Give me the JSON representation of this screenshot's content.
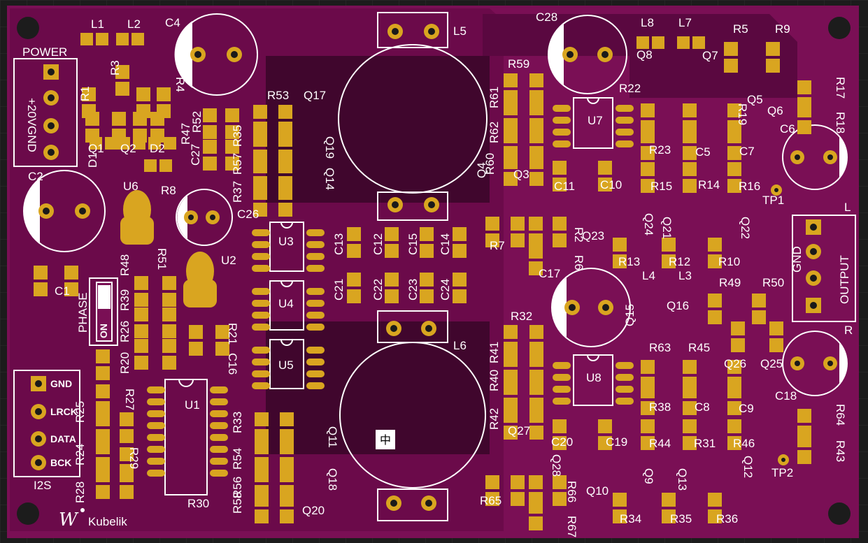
{
  "board": {
    "colors": {
      "background": "#1c1c1c",
      "board": "#7a0f55",
      "copper_pour": "#6b0a4a",
      "dark_region": "#40062d",
      "pad": "#d9a520",
      "silk": "#ffffff",
      "grid": "#2e2e2e"
    },
    "logo_text": "Kubelik",
    "power_header": {
      "title": "POWER",
      "pins": [
        "+20V",
        "GND"
      ]
    },
    "i2s_header": {
      "title": "I2S",
      "pins": [
        "GND",
        "LRCK",
        "DATA",
        "BCK"
      ]
    },
    "output_header": {
      "title": "OUTPUT",
      "pins": [
        "GND"
      ],
      "side_left": "L",
      "side_right": "R"
    },
    "phase_switch": {
      "title": "PHASE",
      "state": "ON"
    },
    "test_points": [
      "TP1",
      "TP2"
    ],
    "center_mark": "中"
  },
  "components": {
    "ics": [
      "U1",
      "U2",
      "U3",
      "U4",
      "U5",
      "U6",
      "U7",
      "U8"
    ],
    "inductors": [
      "L1",
      "L2",
      "L3",
      "L4",
      "L5",
      "L6",
      "L7",
      "L8"
    ],
    "electrolytic_caps": [
      "C2",
      "C4",
      "C6",
      "C17",
      "C18",
      "C26",
      "C28"
    ],
    "labels": [
      "L1",
      "L2",
      "C4",
      "POWER",
      "R3",
      "R1",
      "R4",
      "Q1",
      "Q2",
      "D2",
      "D1",
      "R8",
      "U6",
      "C2",
      "R51",
      "R48",
      "U2",
      "C1",
      "R39",
      "R26",
      "R20",
      "R27",
      "R25",
      "R29",
      "R24",
      "R28",
      "R30",
      "U1",
      "R21",
      "C16",
      "R47",
      "C27",
      "R52",
      "R35",
      "R57",
      "R37",
      "R53",
      "Q17",
      "Q19",
      "Q14",
      "C26",
      "U3",
      "U4",
      "U5",
      "R33",
      "R54",
      "R56",
      "R58",
      "Q11",
      "Q18",
      "Q20",
      "C13",
      "C12",
      "C15",
      "C14",
      "C21",
      "C22",
      "C23",
      "C24",
      "L5",
      "L6",
      "R59",
      "R61",
      "R62",
      "R60",
      "Q4",
      "Q3",
      "C11",
      "R7",
      "R2",
      "R6",
      "C17",
      "R32",
      "R41",
      "R40",
      "R42",
      "Q27",
      "Q28",
      "C20",
      "C19",
      "R65",
      "R66",
      "R67",
      "C28",
      "U7",
      "U8",
      "L8",
      "L7",
      "Q8",
      "Q7",
      "R22",
      "R19",
      "R23",
      "C5",
      "C10",
      "R15",
      "Q24",
      "Q21",
      "R14",
      "Q22",
      "Q23",
      "R13",
      "R12",
      "R10",
      "L4",
      "L3",
      "Q16",
      "Q15",
      "R63",
      "R45",
      "R38",
      "C8",
      "R44",
      "R31",
      "Q9",
      "Q13",
      "Q10",
      "R34",
      "R35",
      "R36",
      "R5",
      "R9",
      "Q5",
      "Q6",
      "R17",
      "R18",
      "C6",
      "C7",
      "R16",
      "TP1",
      "R49",
      "R50",
      "Q26",
      "Q25",
      "C9",
      "R46",
      "C18",
      "R64",
      "R43",
      "TP2",
      "Q12"
    ]
  }
}
